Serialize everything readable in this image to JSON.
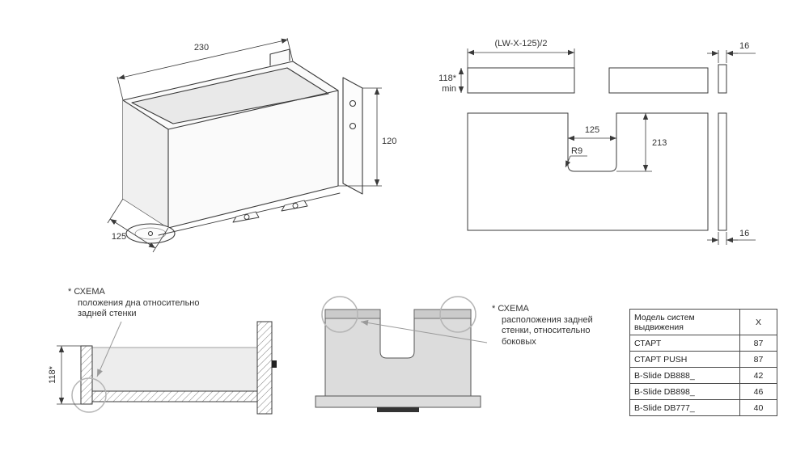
{
  "iso_view": {
    "dim_width": "230",
    "dim_height": "120",
    "dim_depth": "125"
  },
  "flat_pattern": {
    "dim_strip_width": "(LW-X-125)/2",
    "dim_thickness_top": "16",
    "dim_thickness_bottom": "16",
    "dim_height": "118*",
    "dim_height_suffix": "min",
    "dim_notch_width": "125",
    "dim_notch_depth": "213",
    "dim_radius": "R9"
  },
  "schema_bottom_panel": {
    "title": "* СХЕМА",
    "line1": "положения дна относительно",
    "line2": "задней стенки",
    "dim_height": "118*"
  },
  "schema_back_panel": {
    "title": "* СХЕМА",
    "line1": "расположения задней",
    "line2": "стенки, относительно",
    "line3": "боковых"
  },
  "table": {
    "header_model": "Модель систем выдвижения",
    "header_x": "X",
    "rows": [
      {
        "model": "СТАРТ",
        "x": "87"
      },
      {
        "model": "СТАРТ PUSH",
        "x": "87"
      },
      {
        "model": "B-Slide DB888_",
        "x": "42"
      },
      {
        "model": "B-Slide DB898_",
        "x": "46"
      },
      {
        "model": "B-Slide DB777_",
        "x": "40"
      }
    ]
  }
}
